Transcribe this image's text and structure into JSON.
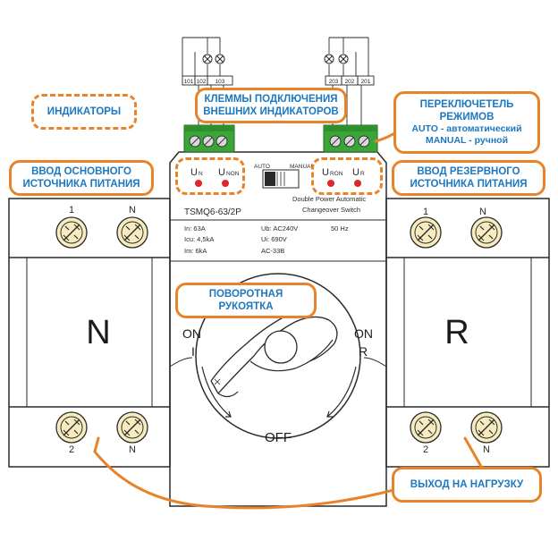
{
  "terminals_top_left": [
    "101",
    "102",
    "103"
  ],
  "terminals_top_right": [
    "203",
    "202",
    "201"
  ],
  "mode_switch": {
    "auto": "AUTO",
    "manual": "MANUAL"
  },
  "indicators": {
    "un_main": "U",
    "un_main_sub": "N",
    "unon_main": "U",
    "unon_main_sub": "NON",
    "ur_reserve": "U",
    "ur_reserve_sub": "RON",
    "ur": "U",
    "ur_sub": "R"
  },
  "device": {
    "title_line1": "Double Power Automatic",
    "title_line2": "Changeover Switch",
    "model": "TSMQ6-63/2P",
    "specs_left": [
      "In: 63A",
      "Icu: 4,5kA",
      "Im: 6kA"
    ],
    "specs_mid": [
      "Ub: AC240V",
      "Ui: 690V",
      "AC-33B"
    ],
    "freq": "50 Hz"
  },
  "left_module": {
    "letter": "N",
    "top_terminals": [
      "1",
      "N"
    ],
    "bottom_terminals": [
      "2",
      "N"
    ]
  },
  "right_module": {
    "letter": "R",
    "top_terminals": [
      "1",
      "N"
    ],
    "bottom_terminals": [
      "2",
      "N"
    ]
  },
  "handle": {
    "on_left": "ON",
    "on_left_sub": "I",
    "on_right": "ON",
    "on_right_sub": "R",
    "off": "OFF"
  },
  "callouts": {
    "indicators": [
      "ИНДИКАТОРЫ"
    ],
    "external_terminals": [
      "КЛЕММЫ ПОДКЛЮЧЕНИЯ",
      "ВНЕШНИХ ИНДИКАТОРОВ"
    ],
    "mode_switch": [
      "ПЕРЕКЛЮЧЕТЕЛЬ",
      "РЕЖИМОВ",
      "AUTO - автоматический",
      "MANUAL - ручной"
    ],
    "main_input": [
      "ВВОД ОСНОВНОГО",
      "ИСТОЧНИКА ПИТАНИЯ"
    ],
    "reserve_input": [
      "ВВОД РЕЗЕРВНОГО",
      "ИСТОЧНИКА ПИТАНИЯ"
    ],
    "rotary_handle": [
      "ПОВОРОТНАЯ",
      "РУКОЯТКА"
    ],
    "load_output": [
      "ВЫХОД НА НАГРУЗКУ"
    ]
  },
  "colors": {
    "callout_border": "#e8832a",
    "callout_text": "#1c78c0",
    "terminal_green": "#3aa637",
    "led_red": "#e0262b",
    "line": "#2a2a2a",
    "screw_yellow": "#f6ecc0"
  }
}
